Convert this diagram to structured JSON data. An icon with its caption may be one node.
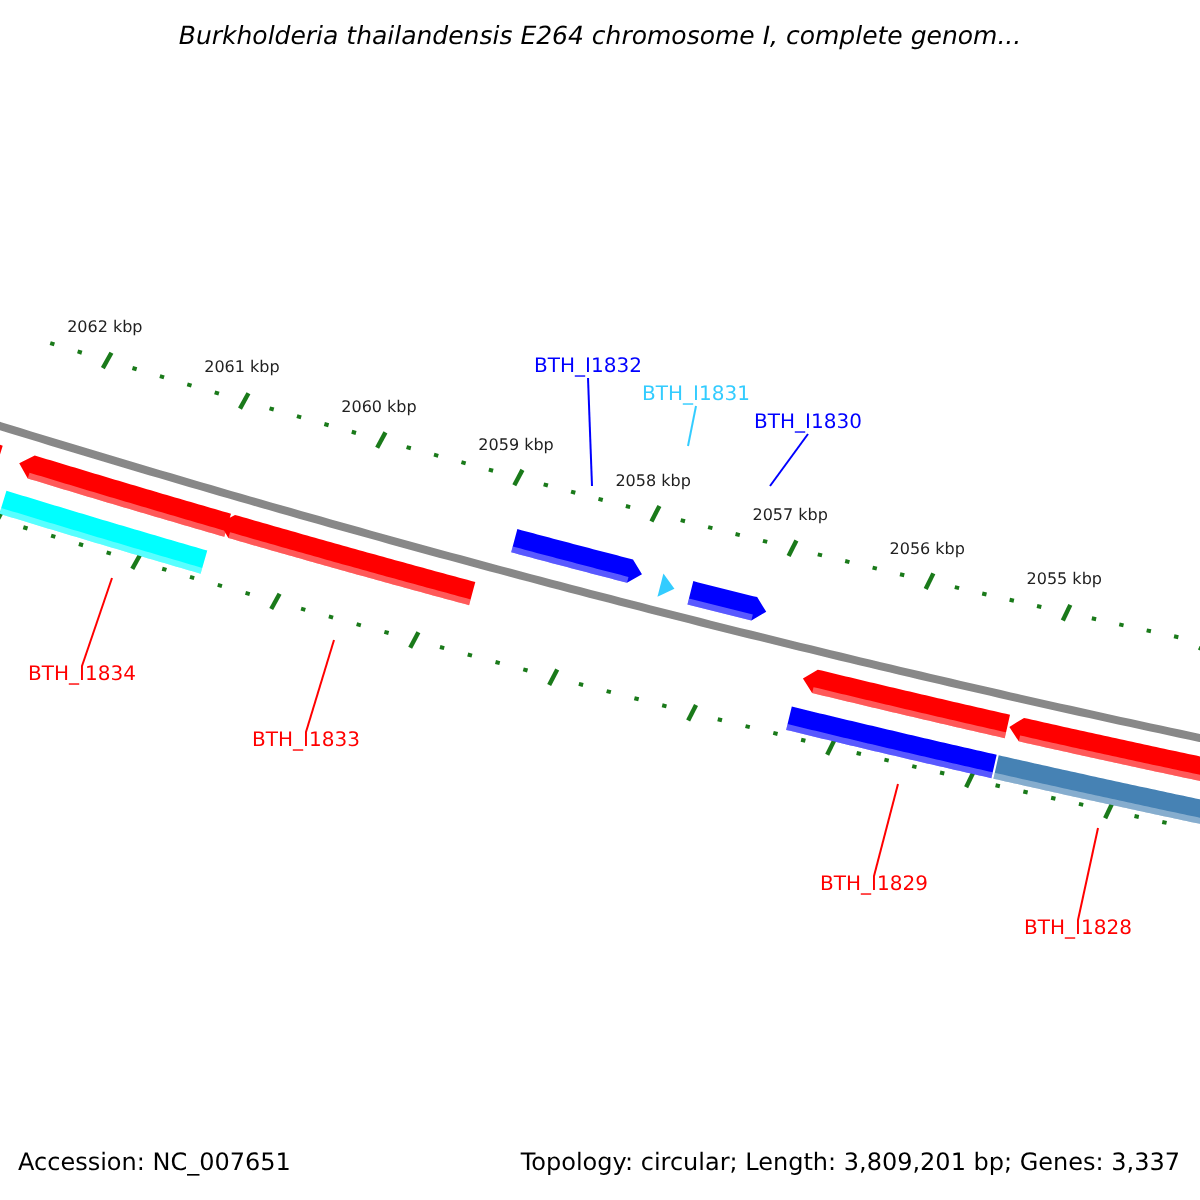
{
  "diagram": {
    "title": "Burkholderia thailandensis E264 chromosome I, complete genom...",
    "nodes": [
      {
        "text": [
          "BTH_I1832"
        ]
      },
      {
        "text": [
          "BTH_I1831"
        ]
      },
      {
        "text": [
          "BTH_I1830"
        ]
      },
      {
        "text": [
          "BTH_I1834"
        ]
      },
      {
        "text": [
          "BTH_I1833"
        ]
      },
      {
        "text": [
          "BTH_I1829"
        ]
      },
      {
        "text": [
          "BTH_I1828"
        ]
      }
    ],
    "edges": [
      {
        "from": 0,
        "to": null,
        "arrow": "none",
        "color": "#0000ff"
      },
      {
        "from": 1,
        "to": null,
        "arrow": "none",
        "color": "#33ccff"
      },
      {
        "from": 2,
        "to": null,
        "arrow": "none",
        "color": "#0000ff"
      },
      {
        "from": 3,
        "to": null,
        "arrow": "none"
      },
      {
        "from": 4,
        "to": null,
        "arrow": "none"
      },
      {
        "from": 5,
        "to": null,
        "arrow": "none"
      },
      {
        "from": 6,
        "to": null,
        "arrow": "none"
      }
    ],
    "labels": [
      "2062 kbp",
      "2061 kbp",
      "2060 kbp",
      "2059 kbp",
      "2058 kbp",
      "2057 kbp",
      "2056 kbp",
      "2055 kbp",
      "Accession: NC_007651",
      "Topology: circular; Length: 3,809,201 bp; Genes: 3,337"
    ]
  }
}
